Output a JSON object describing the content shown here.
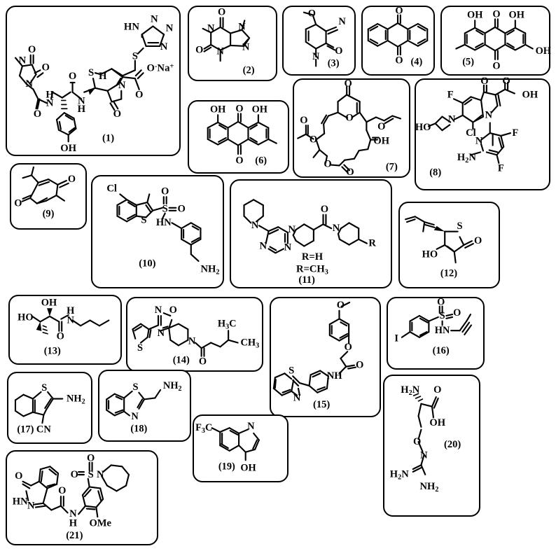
{
  "figure": {
    "title": "Chemical structures panel",
    "count": 21,
    "background": "#ffffff",
    "stroke": "#000000"
  },
  "panels": [
    {
      "id": 1,
      "label": "(1)",
      "name": "cefoperazone-sodium",
      "atoms": [
        "HN",
        "N",
        "N",
        "N",
        "S",
        "O",
        "O",
        "N",
        "N",
        "N",
        "H",
        "O",
        "N",
        "H",
        "O",
        "N",
        "H",
        "S",
        "H",
        "N",
        "O",
        "O",
        "Na",
        "O",
        "OH"
      ],
      "annotations": [
        "O⁻",
        "Na⁺",
        "OH",
        "HN"
      ]
    },
    {
      "id": 2,
      "label": "(2)",
      "name": "caffeine",
      "atoms": [
        "O",
        "N",
        "N",
        "N",
        "N",
        "O"
      ]
    },
    {
      "id": 3,
      "label": "(3)",
      "name": "methoxy-cyanopyridinone",
      "atoms": [
        "O",
        "N",
        "N",
        "O"
      ]
    },
    {
      "id": 4,
      "label": "(4)",
      "name": "anthraquinone",
      "atoms": [
        "O",
        "O"
      ]
    },
    {
      "id": 5,
      "label": "(5)",
      "name": "emodin",
      "atoms": [
        "OH",
        "O",
        "OH",
        "OH",
        "O"
      ]
    },
    {
      "id": 6,
      "label": "(6)",
      "name": "chrysophanol",
      "atoms": [
        "OH",
        "O",
        "OH",
        "O"
      ]
    },
    {
      "id": 7,
      "label": "(7)",
      "name": "macrolactone-pyranone",
      "atoms": [
        "O",
        "O",
        "O",
        "O",
        "O",
        "OH",
        "O",
        "O"
      ]
    },
    {
      "id": 8,
      "label": "(8)",
      "name": "delafloxacin",
      "atoms": [
        "F",
        "O",
        "O",
        "OH",
        "N",
        "HO",
        "Cl",
        "N",
        "N",
        "F",
        "H2N",
        "F"
      ]
    },
    {
      "id": 9,
      "label": "(9)",
      "name": "thymoquinone",
      "atoms": [
        "O",
        "O"
      ]
    },
    {
      "id": 10,
      "label": "(10)",
      "name": "chloro-benzothiophene-sulfonamide",
      "atoms": [
        "Cl",
        "O",
        "S",
        "O",
        "S",
        "HN",
        "NH2"
      ]
    },
    {
      "id": 11,
      "label": "(11)",
      "name": "bis-piperidinyl-pyrimidine",
      "atoms": [
        "N",
        "N",
        "N",
        "N",
        "O",
        "N",
        "R"
      ],
      "variants": [
        "R=H",
        "R=CH3"
      ]
    },
    {
      "id": 12,
      "label": "(12)",
      "name": "thiolactomycin",
      "atoms": [
        "S",
        "O",
        "HO"
      ]
    },
    {
      "id": 13,
      "label": "(13)",
      "name": "pantothenamide",
      "atoms": [
        "OH",
        "H",
        "N",
        "HO",
        "O"
      ]
    },
    {
      "id": 14,
      "label": "(14)",
      "name": "thienyl-oxadiazole-piperidine",
      "atoms": [
        "N",
        "O",
        "N",
        "S",
        "N",
        "O",
        "H3C",
        "CH3"
      ]
    },
    {
      "id": 15,
      "label": "(15)",
      "name": "benzothiazole-phenoxy-acetamide",
      "atoms": [
        "O",
        "O",
        "O",
        "S",
        "N",
        "NH"
      ]
    },
    {
      "id": 16,
      "label": "(16)",
      "name": "iodobenzenesulfonyl-propargylamide",
      "atoms": [
        "O",
        "S",
        "O",
        "HN",
        "I"
      ]
    },
    {
      "id": 17,
      "label": "(17)",
      "name": "tetrahydrobenzothiophene-carbonitrile",
      "atoms": [
        "S",
        "NH2",
        "CN"
      ]
    },
    {
      "id": 18,
      "label": "(18)",
      "name": "benzothiazolyl-methanamine",
      "atoms": [
        "S",
        "NH2",
        "N"
      ]
    },
    {
      "id": 19,
      "label": "(19)",
      "name": "trifluoromethyl-hydroxyquinoline",
      "atoms": [
        "F3C",
        "N",
        "OH"
      ]
    },
    {
      "id": 20,
      "label": "(20)",
      "name": "canavanine",
      "atoms": [
        "H2N",
        "O",
        "OH",
        "O",
        "N",
        "H2N",
        "NH2"
      ]
    },
    {
      "id": 21,
      "label": "(21)",
      "name": "phthalazinone-azepane-sulfonamide",
      "atoms": [
        "O",
        "O",
        "S",
        "N",
        "O",
        "HN",
        "N",
        "N",
        "H",
        "OMe"
      ]
    }
  ],
  "text": {
    "l1": "(1)",
    "l2": "(2)",
    "l3": "(3)",
    "l4": "(4)",
    "l5": "(5)",
    "l6": "(6)",
    "l7": "(7)",
    "l8": "(8)",
    "l9": "(9)",
    "l10": "(10)",
    "l11": "(11)",
    "l12": "(12)",
    "l13": "(13)",
    "l14": "(14)",
    "l15": "(15)",
    "l16": "(16)",
    "l17": "(17)",
    "l18": "(18)",
    "l19": "(19)",
    "l20": "(20)",
    "l21": "(21)",
    "rH": "R=H",
    "rCH3": "R=CH",
    "rCH3sub": "3",
    "HN": "HN",
    "N": "N",
    "S": "S",
    "O": "O",
    "OH": "OH",
    "HO": "HO",
    "Cl": "Cl",
    "F": "F",
    "I": "I",
    "NH": "NH",
    "H": "H",
    "NH2": "NH",
    "NH2sub": "2",
    "H2N": "H",
    "H2Nsub": "2",
    "H2Nrest": "N",
    "Na": "Na",
    "CN": "CN",
    "OMe": "OMe",
    "F3C": "F",
    "F3Csub": "3",
    "F3Crest": "C",
    "H3C": "H",
    "H3Csub": "3",
    "H3Crest": "C",
    "CH3": "CH",
    "CH3sub": "3",
    "R": "R",
    "Me": "Me"
  }
}
